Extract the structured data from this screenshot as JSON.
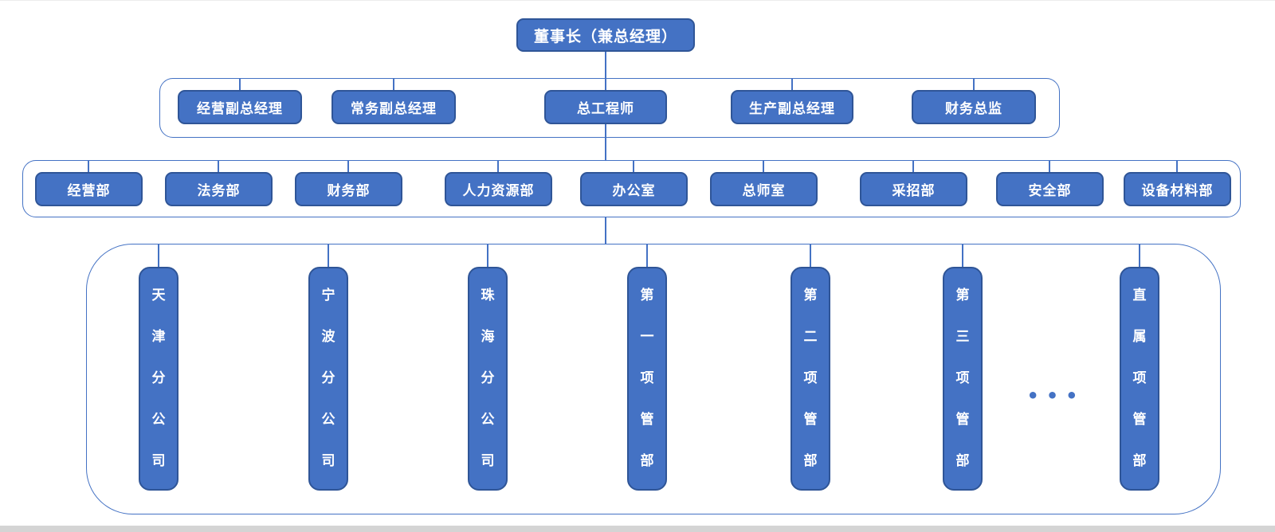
{
  "chart": {
    "type": "org-chart",
    "colors": {
      "node_fill": "#4472C4",
      "node_border": "#2F5597",
      "line": "#4472C4"
    },
    "root": {
      "label": "董事长（兼总经理）"
    },
    "level2": {
      "items": [
        {
          "label": "经营副总经理"
        },
        {
          "label": "常务副总经理"
        },
        {
          "label": "总工程师"
        },
        {
          "label": "生产副总经理"
        },
        {
          "label": "财务总监"
        }
      ]
    },
    "level3": {
      "items": [
        {
          "label": "经营部"
        },
        {
          "label": "法务部"
        },
        {
          "label": "财务部"
        },
        {
          "label": "人力资源部"
        },
        {
          "label": "办公室"
        },
        {
          "label": "总师室"
        },
        {
          "label": "采招部"
        },
        {
          "label": "安全部"
        },
        {
          "label": "设备材料部"
        }
      ]
    },
    "level4": {
      "items": [
        {
          "label": "天津分公司"
        },
        {
          "label": "宁波分公司"
        },
        {
          "label": "珠海分公司"
        },
        {
          "label": "第一项管部"
        },
        {
          "label": "第二项管部"
        },
        {
          "label": "第三项管部"
        },
        {
          "label": "直属项管部"
        }
      ],
      "ellipsis": "•••"
    }
  }
}
